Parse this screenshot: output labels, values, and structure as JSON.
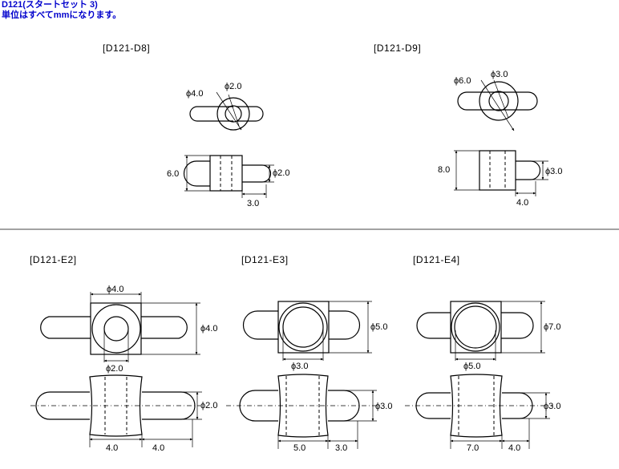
{
  "header": {
    "title": "D121(スタートセット 3)",
    "subtitle": "単位はすべてmmになります。",
    "color": "#0000cc"
  },
  "parts": {
    "d8": {
      "label": "[D121-D8]",
      "outer_dia": "ϕ4.0",
      "inner_dia": "ϕ2.0",
      "length": "6.0",
      "pin_dia": "ϕ2.0",
      "pin_len": "3.0"
    },
    "d9": {
      "label": "[D121-D9]",
      "outer_dia": "ϕ6.0",
      "inner_dia": "ϕ3.0",
      "length": "8.0",
      "pin_dia": "ϕ3.0",
      "pin_len": "4.0"
    },
    "e2": {
      "label": "[D121-E2]",
      "top_dim": "ϕ4.0",
      "side_dim": "ϕ4.0",
      "bottom_dim": "ϕ2.0",
      "pin_dia": "ϕ2.0",
      "length": "4.0",
      "pin_len": "4.0"
    },
    "e3": {
      "label": "[D121-E3]",
      "side_dim": "ϕ5.0",
      "bottom_dim": "ϕ3.0",
      "pin_dia": "ϕ3.0",
      "length": "5.0",
      "pin_len": "3.0"
    },
    "e4": {
      "label": "[D121-E4]",
      "side_dim": "ϕ7.0",
      "bottom_dim": "ϕ5.0",
      "pin_dia": "ϕ3.0",
      "length": "7.0",
      "pin_len": "4.0"
    }
  }
}
